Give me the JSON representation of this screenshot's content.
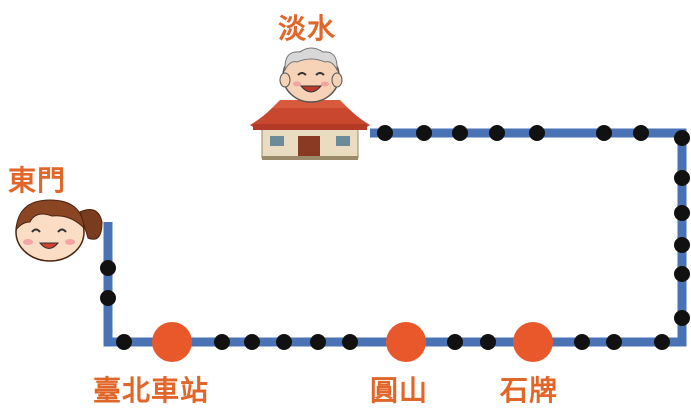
{
  "stations": {
    "tamsui": "淡水",
    "dongmen": "東門",
    "taipei_main": "臺北車站",
    "yuanshan": "圓山",
    "shipai": "石牌"
  },
  "colors": {
    "route_line": "#4a73b5",
    "stop_dot": "#111111",
    "major_station": "#e8582a",
    "label_text": "#e0662a",
    "roof": "#c9462f",
    "wall": "#e9dcc0"
  },
  "icons": {
    "tamsui": "old-man-face-icon",
    "tamsui_building": "temple-building-icon",
    "dongmen": "girl-face-icon"
  }
}
